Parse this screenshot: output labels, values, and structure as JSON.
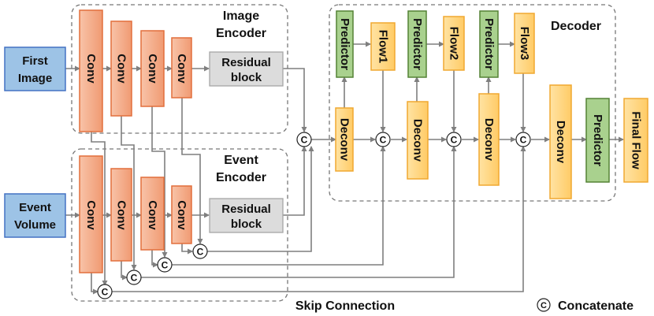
{
  "labels": {
    "image_encoder_line1": "Image",
    "image_encoder_line2": "Encoder",
    "event_encoder_line1": "Event",
    "event_encoder_line2": "Encoder",
    "decoder": "Decoder",
    "skip_connection": "Skip Connection",
    "concat_symbol": "C",
    "concatenate": "Concatenate"
  },
  "nodes": {
    "first_image": [
      "First",
      "Image"
    ],
    "event_volume": [
      "Event",
      "Volume"
    ],
    "conv": "Conv",
    "residual_block": [
      "Residual",
      "block"
    ],
    "predictor": "Predictor",
    "deconv": "Deconv",
    "flow1": "Flow1",
    "flow2": "Flow2",
    "flow3": "Flow3",
    "final_flow": "Final Flow"
  },
  "colors": {
    "input_fill": "#9DC3E6",
    "input_stroke": "#4472C4",
    "conv_fill": "#F4A582",
    "conv_stroke": "#E26F3C",
    "residual_fill": "#D9D9D9",
    "residual_stroke": "#A6A6A6",
    "predictor_fill": "#A9D18E",
    "predictor_stroke": "#548235",
    "flow_fill": "#FFD580",
    "flow_stroke": "#F0A830",
    "arrow": "#7F7F7F"
  }
}
